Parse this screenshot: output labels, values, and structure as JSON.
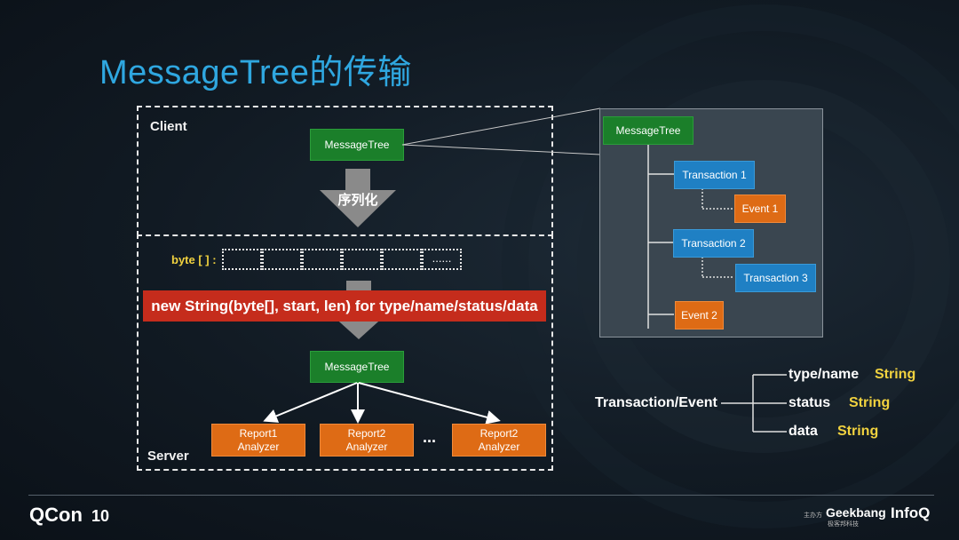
{
  "slide": {
    "title": "MessageTree的传输"
  },
  "client_section": {
    "label": "Client",
    "message_tree": "MessageTree",
    "arrow_label": "序列化"
  },
  "server_section": {
    "label": "Server",
    "byte_label": "byte [ ] :",
    "byte_more": "......",
    "red_bar": "new String(byte[], start, len) for type/name/status/data",
    "message_tree": "MessageTree",
    "analyzers": [
      {
        "line1": "Report1",
        "line2": "Analyzer"
      },
      {
        "line1": "Report2",
        "line2": "Analyzer"
      },
      {
        "line1": "Report2",
        "line2": "Analyzer"
      }
    ],
    "ellipsis": "..."
  },
  "tree_panel": {
    "root": "MessageTree",
    "nodes": {
      "transaction1": "Transaction 1",
      "event1": "Event 1",
      "transaction2": "Transaction 2",
      "transaction3": "Transaction 3",
      "event2": "Event 2"
    }
  },
  "structure": {
    "root": "Transaction/Event",
    "fields": [
      {
        "name": "type/name",
        "type": "String"
      },
      {
        "name": "status",
        "type": "String"
      },
      {
        "name": "data",
        "type": "String"
      }
    ]
  },
  "footer": {
    "left_logo": "QCon",
    "left_logo_mark": "10",
    "host_small": "主办方",
    "geekbang": "Geekbang",
    "geekbang_sub": "极客邦科技",
    "infoq": "InfoQ"
  },
  "colors": {
    "title": "#2fa7e0",
    "green": "#1b7f2a",
    "orange": "#de6b15",
    "blue": "#1f80c4",
    "red": "#c52c1c",
    "yellow": "#f1d23f"
  }
}
